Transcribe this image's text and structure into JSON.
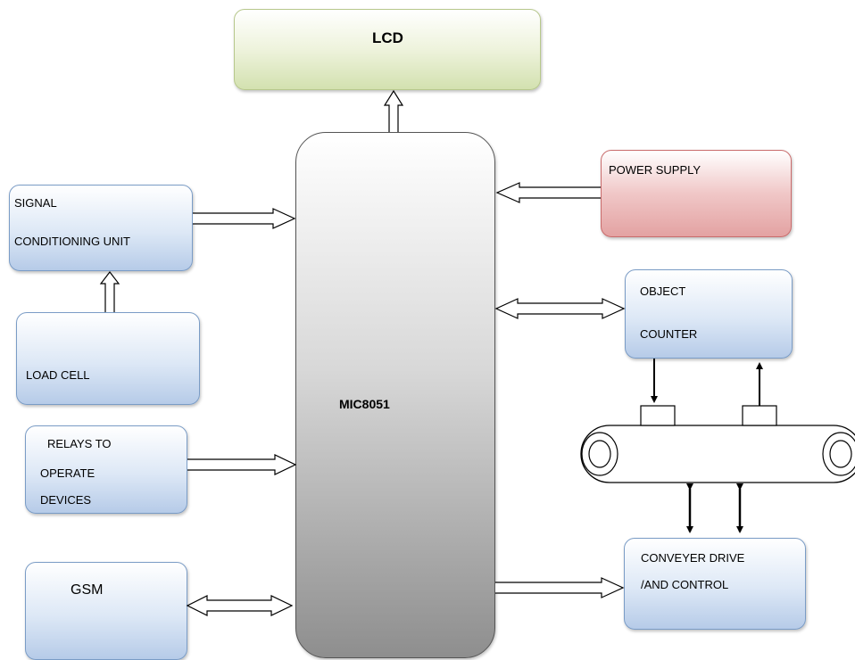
{
  "blocks": {
    "lcd": "LCD",
    "microcontroller": "MIC8051",
    "power_supply": "POWER SUPPLY",
    "signal_conditioning": {
      "line1": "SIGNAL",
      "line2": "CONDITIONING UNIT"
    },
    "load_cell": "LOAD CELL",
    "relays": {
      "line1": "RELAYS TO",
      "line2": "OPERATE",
      "line3": "DEVICES"
    },
    "gsm": "GSM",
    "object_counter": {
      "line1": "OBJECT",
      "line2": "COUNTER"
    },
    "conveyer": {
      "line1": "CONVEYER DRIVE",
      "line2": "/AND CONTROL"
    }
  },
  "colors": {
    "blue_block": "#b6cbe8",
    "green_block": "#d3e1b0",
    "red_block": "#e3a2a2",
    "microcontroller": "#8e8e8e"
  }
}
